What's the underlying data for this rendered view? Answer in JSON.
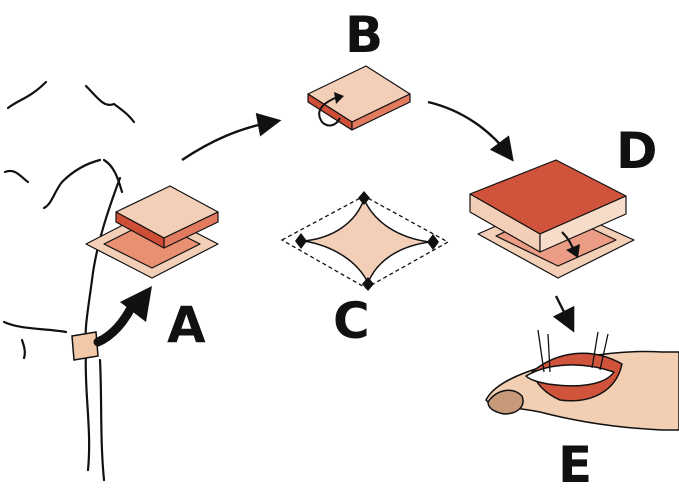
{
  "labels": {
    "a": "A",
    "b": "B",
    "c": "C",
    "d": "D",
    "e": "E"
  },
  "colors": {
    "outline": "#111111",
    "graft_light": "#f3cfb8",
    "graft_medium": "#eb9c84",
    "graft_dark": "#d0533b",
    "skin_tone": "#f2cfb3",
    "background": "#ffffff"
  }
}
